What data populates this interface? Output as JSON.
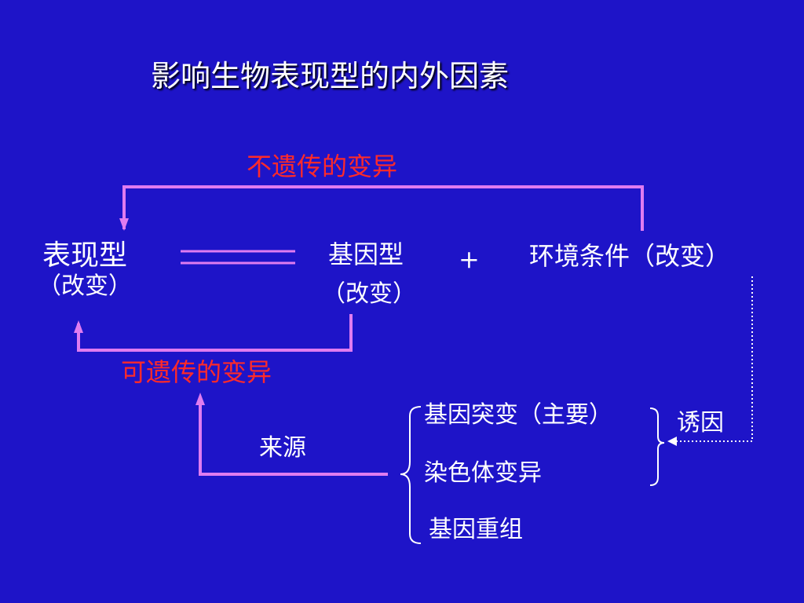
{
  "title": "影响生物表现型的内外因素",
  "non_heritable_variation": "不遗传的变异",
  "heritable_variation": "可遗传的变异",
  "phenotype": {
    "label": "表现型",
    "note": "（改变）"
  },
  "genotype": {
    "label": "基因型",
    "note": "（改变）"
  },
  "plus_sign": "+",
  "environment": "环境条件（改变）",
  "source_label": "来源",
  "sources": [
    "基因突变（主要）",
    "染色体变异",
    "基因重组"
  ],
  "inducer_label": "诱因",
  "colors": {
    "background": "#1e14c8",
    "arrow": "#e07cf0",
    "red_text": "#ff2a2a",
    "text": "#ffffff"
  }
}
